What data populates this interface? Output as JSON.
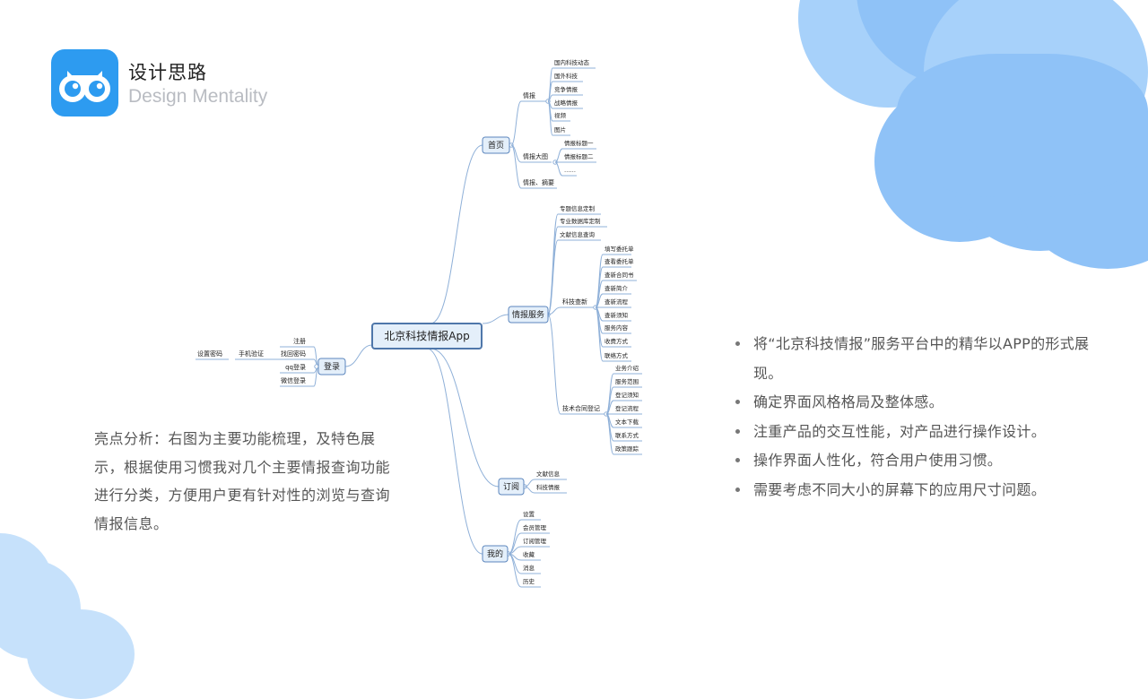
{
  "header": {
    "title_cn": "设计思路",
    "title_en": "Design Mentality"
  },
  "analysis_text": "亮点分析：右图为主要功能梳理，及特色展示，根据使用习惯我对几个主要情报查询功能进行分类，方便用户更有针对性的浏览与查询情报信息。",
  "bullets": [
    "将“北京科技情报”服务平台中的精华以APP的形式展现。",
    "确定界面风格格局及整体感。",
    "注重产品的交互性能，对产品进行操作设计。",
    "操作界面人性化，符合用户使用习惯。",
    "需要考虑不同大小的屏幕下的应用尺寸问题。"
  ],
  "mindmap": {
    "root": "北京科技情报App",
    "login": {
      "label": "登录",
      "children": [
        "注册",
        "找回密码",
        "qq登录",
        "微信登录"
      ],
      "phone_verify": "手机验证",
      "set_password": "设置密码"
    },
    "home": {
      "label": "首页",
      "intel": {
        "label": "情报",
        "children": [
          "国内科技动态",
          "国外科技",
          "竞争情报",
          "战略情报",
          "视频",
          "图片"
        ]
      },
      "intel_map": {
        "label": "情报大图",
        "children": [
          "情报标题一",
          "情报标题二",
          "……"
        ]
      },
      "intel_summary": "情报、摘要"
    },
    "service": {
      "label": "情报服务",
      "direct": [
        "专题信息定制",
        "专业数据库定制",
        "文献信息查询"
      ],
      "novelty": {
        "label": "科技查新",
        "children": [
          "填写委托单",
          "查看委托单",
          "查新合同书",
          "查新简介",
          "查新流程",
          "查新须知",
          "服务内容",
          "收费方式",
          "联络方式"
        ]
      },
      "contract": {
        "label": "技术合同登记",
        "children": [
          "业务介绍",
          "服务范围",
          "登记须知",
          "登记流程",
          "文本下载",
          "联系方式",
          "政策跟踪"
        ]
      }
    },
    "subscribe": {
      "label": "订阅",
      "children": [
        "文献信息",
        "科技情报"
      ]
    },
    "mine": {
      "label": "我的",
      "children": [
        "设置",
        "会员管理",
        "订阅管理",
        "收藏",
        "消息",
        "历史"
      ]
    }
  }
}
